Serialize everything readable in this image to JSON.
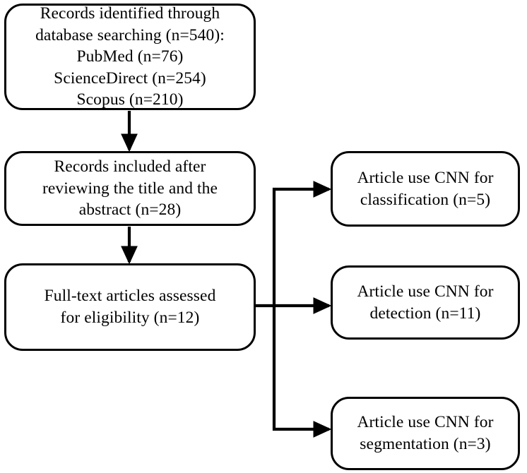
{
  "diagram": {
    "title": "PRISMA study selection flow diagram",
    "type": "flowchart",
    "orientation": "vertical-with-right-branch",
    "stroke_color": "#000000",
    "fill_color": "#ffffff",
    "text_color": "#000000",
    "boxes": {
      "identification": {
        "id": "identification",
        "text": "Records identified through\ndatabase searching (n=540):\nPubMed (n=76)\nScienceDirect (n=254)\nScopus (n=210)",
        "total": 540,
        "sources": [
          {
            "name": "PubMed",
            "count": 76
          },
          {
            "name": "ScienceDirect",
            "count": 254
          },
          {
            "name": "Scopus",
            "count": 210
          }
        ]
      },
      "screening": {
        "id": "screening",
        "text": "Records included after\nreviewing the title and the\nabstract (n=28)",
        "count": 28
      },
      "eligibility": {
        "id": "eligibility",
        "text": "Full-text articles assessed\nfor eligibility (n=12)",
        "count": 12
      },
      "classification": {
        "id": "classification",
        "text": "Article use CNN for\nclassification (n=5)",
        "count": 5
      },
      "detection": {
        "id": "detection",
        "text": "Article use CNN for\ndetection (n=11)",
        "count": 11
      },
      "segmentation": {
        "id": "segmentation",
        "text": "Article use CNN for\nsegmentation (n=3)",
        "count": 3
      }
    },
    "connectors": [
      {
        "id": "identification-to-screening",
        "from": "identification",
        "to": "screening",
        "style": "straight-down-arrow"
      },
      {
        "id": "screening-to-eligibility",
        "from": "screening",
        "to": "eligibility",
        "style": "straight-down-arrow"
      },
      {
        "id": "eligibility-to-classification",
        "from": "eligibility",
        "to": "classification",
        "style": "elbow-right-up-arrow"
      },
      {
        "id": "eligibility-to-detection",
        "from": "eligibility",
        "to": "detection",
        "style": "straight-right-arrow"
      },
      {
        "id": "eligibility-to-segmentation",
        "from": "eligibility",
        "to": "segmentation",
        "style": "elbow-right-down-arrow"
      }
    ]
  }
}
